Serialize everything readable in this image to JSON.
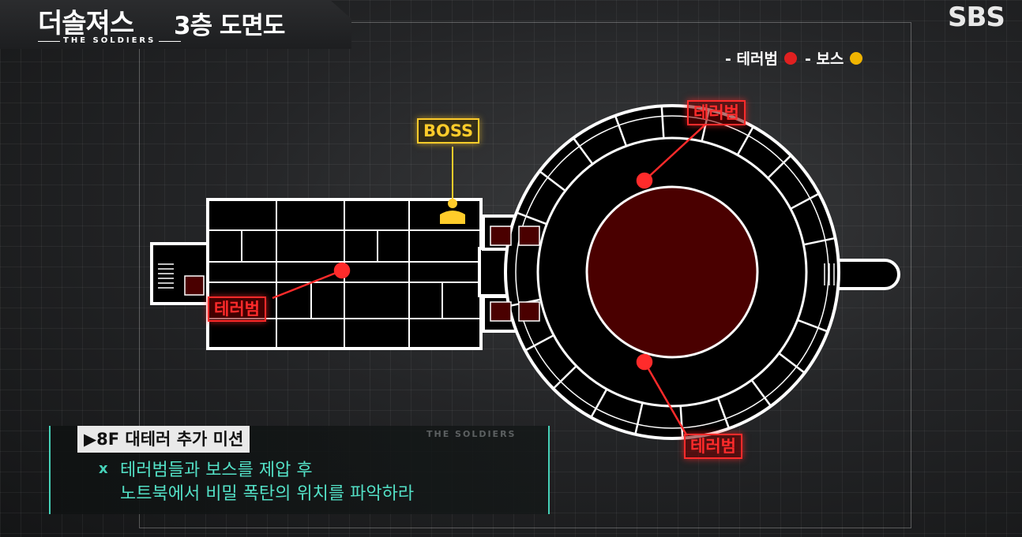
{
  "header": {
    "logo_title": "더솔져스",
    "logo_subtitle": "THE SOLDIERS",
    "floor_title": "3층 도면도",
    "broadcaster": "SBS"
  },
  "legend": {
    "items": [
      {
        "label": "- 테러범",
        "color": "#e02020"
      },
      {
        "label": "- 보스",
        "color": "#f0b400"
      }
    ]
  },
  "map_labels": {
    "boss": "BOSS",
    "terrorist_top": "테러범",
    "terrorist_left": "테러범",
    "terrorist_bottom": "테러범"
  },
  "mission": {
    "tag": "▶8F 대테러 추가 미션",
    "watermark": "THE SOLDIERS",
    "bullet": "x",
    "line1": "테러범들과 보스를 제압 후",
    "line2": "노트북에서 비밀 폭탄의 위치를 파악하라"
  },
  "colors": {
    "terrorist": "#ff2b2b",
    "boss": "#ffcc2a",
    "mission_text": "#53e0c6"
  }
}
